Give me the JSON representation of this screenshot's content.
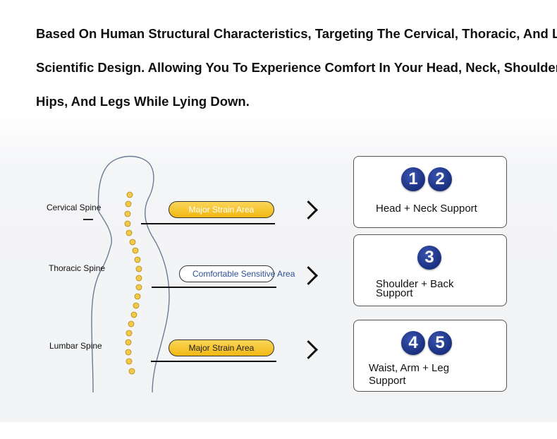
{
  "intro": {
    "lines": [
      "Based On Human Structural Characteristics, Targeting The Cervical, Thoracic, And Lumbar Spine,",
      "Scientific Design. Allowing You To Experience Comfort In Your Head, Neck, Shoulders, Back, Waist,",
      "Hips, And Legs While Lying Down."
    ]
  },
  "spine_labels": [
    "Cervical Spine",
    "Thoracic Spine",
    "Lumbar Spine"
  ],
  "zones": [
    {
      "label": "Major Strain Area",
      "kind": "strain"
    },
    {
      "label": "Comfortable Sensitive Area",
      "kind": "comfort"
    },
    {
      "label": "Major Strain Area",
      "kind": "strain"
    }
  ],
  "cards": [
    {
      "badges": [
        "1",
        "2"
      ],
      "text": [
        "Head + Neck Support"
      ]
    },
    {
      "badges": [
        "3"
      ],
      "text": [
        "Shoulder + Back",
        "Support"
      ]
    },
    {
      "badges": [
        "4",
        "5"
      ],
      "text": [
        "Waist, Arm + Leg",
        "Support"
      ]
    }
  ],
  "colors": {
    "badge": "#1f3688",
    "strain_pill": "#f5c22a",
    "comfort_text": "#2d4f96"
  }
}
